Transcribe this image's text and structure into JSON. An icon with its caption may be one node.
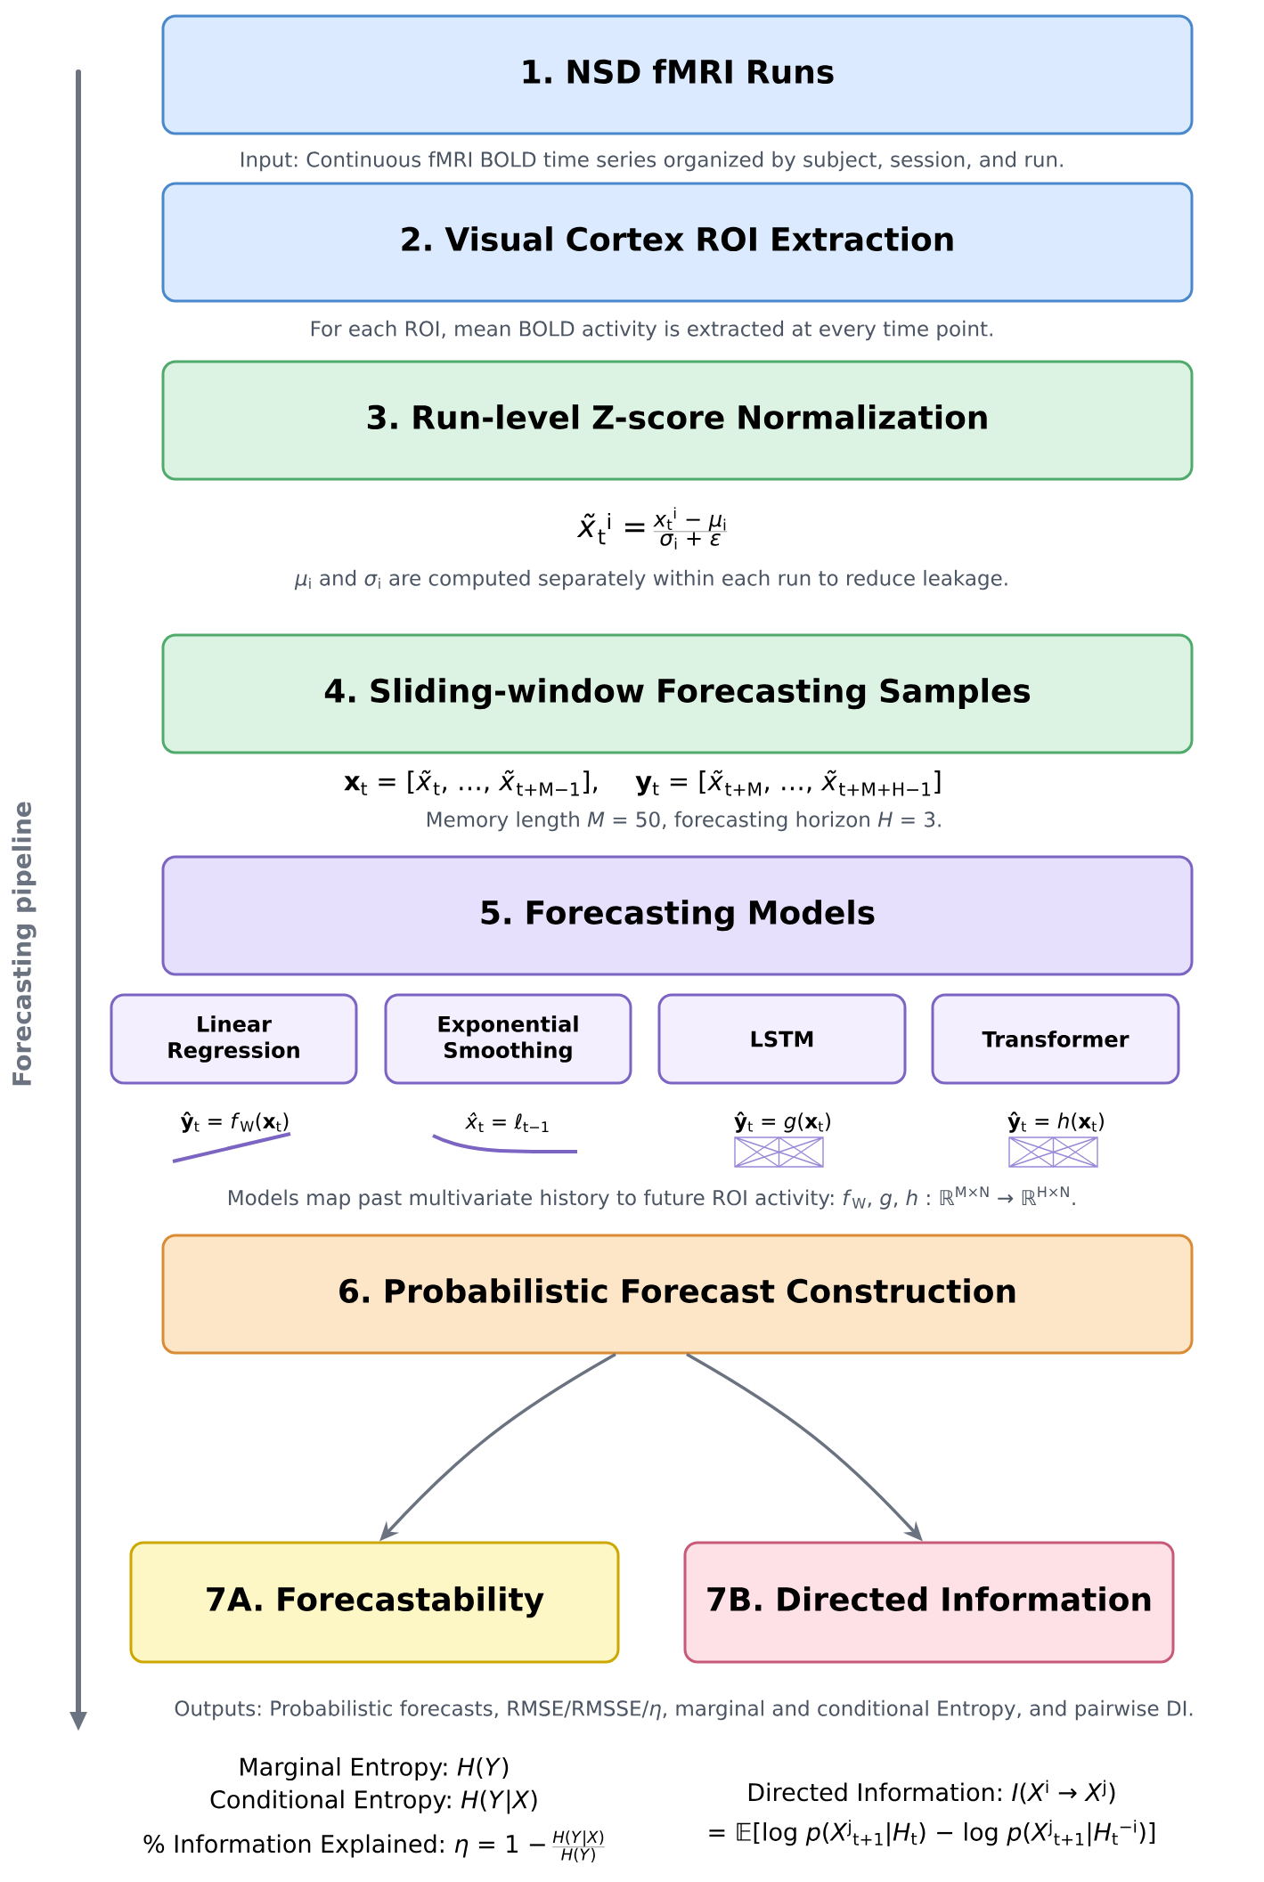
{
  "diagram": {
    "nodes": [
      {
        "text": [
          "1. NSD fMRI Runs"
        ],
        "beside": [
          "Input: Continuous fMRI BOLD time series organized by subject, session, and run."
        ]
      },
      {
        "text": [
          "2. Visual Cortex ROI Extraction"
        ],
        "beside": [
          "For each ROI, mean BOLD activity is extracted at every time point."
        ]
      },
      {
        "text": [
          "3. Run-level Z-score Normalization"
        ],
        "beside": [
          "*x̃*$_{t}$$^{i}$ =",
          "*x*$_{t}$$^{i}$ − *μ*$_{i}$",
          "*σ*$_{i}$ + *ε*",
          "*μ*$_{i}$ and *σ*$_{i}$ are computed separately within each run to reduce leakage."
        ]
      },
      {
        "text": [
          "4. Sliding-window Forecasting Samples"
        ],
        "beside": [
          "**x**$_{t}$ = [*x̃*$_{t}$, …, *x̃*$_{t+M−1}$],",
          "**y**$_{t}$ = [*x̃*$_{t+M}$, …, *x̃*$_{t+M+H−1}$]",
          "Memory length *M* = 50, forecasting horizon *H* = 3."
        ]
      },
      {
        "text": [
          "5. Forecasting Models"
        ]
      },
      {
        "text": [
          "Linear Regression"
        ],
        "beside": [
          "**ŷ**$_{t}$ = *f*$_{W}$(**x**$_{t}$)"
        ]
      },
      {
        "text": [
          "Exponential Smoothing"
        ],
        "beside": [
          "*x̂*$_{t}$ = *ℓ*$_{t−1}$"
        ]
      },
      {
        "text": [
          "LSTM"
        ],
        "beside": [
          "**ŷ**$_{t}$ = *g*(**x**$_{t}$)"
        ]
      },
      {
        "text": [
          "Transformer"
        ],
        "beside": [
          "**ŷ**$_{t}$ = *h*(**x**$_{t}$)"
        ]
      },
      {
        "text": [
          "6. Probabilistic Forecast Construction"
        ]
      },
      {
        "text": [
          "7A. Forecastability"
        ]
      },
      {
        "text": [
          "7B. Directed Information"
        ]
      }
    ],
    "edges": [
      {
        "from": 9,
        "to": 10,
        "arrow": "to"
      },
      {
        "from": 9,
        "to": 11,
        "arrow": "to"
      }
    ],
    "labels": [
      "Forecasting pipeline",
      "Models map past multivariate history to future ROI activity: *f*$_{W}$, *g*, *h* : ℝ$^{M×N}$ → ℝ$^{H×N}$.",
      "Outputs: Probabilistic forecasts, RMSE/RMSSE/*η*, marginal and conditional Entropy, and pairwise DI.",
      "Marginal Entropy: *H*(*Y*)",
      "Conditional Entropy: *H*(*Y*|*X*)",
      "% Information Explained: *η* = 1 −",
      "*H*(*Y*|*X*)",
      "*H*(*Y*)",
      "Directed Information: *I*(*X*$^{i}$ → *X*$^{j}$)",
      "= 𝔼[log *p*(*X*$^{j}$$_{t+1}$|*H*$_{t}$) − log *p*(*X*$^{j}$$_{t+1}$|*H*$_{t}$$^{−i}$)]"
    ]
  }
}
